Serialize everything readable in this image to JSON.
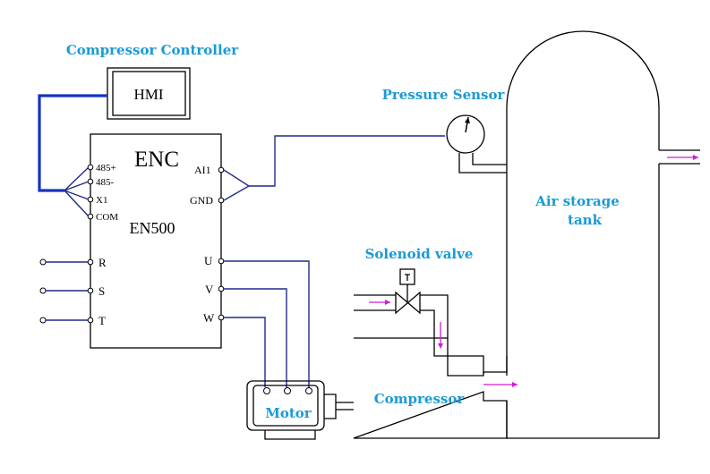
{
  "colors": {
    "label": "#1a9ad6",
    "wire": "#1f2a8a",
    "hmi_cable": "#1633c4",
    "flow_arrow": "#d21ad2"
  },
  "labels": {
    "compressor_controller": "Compressor Controller",
    "hmi": "HMI",
    "enc": "ENC",
    "model": "EN500",
    "pressure_sensor": "Pressure Sensor",
    "air_storage_line1": "Air storage",
    "air_storage_line2": "tank",
    "solenoid_valve": "Solenoid valve",
    "compressor": "Compressor",
    "motor": "Motor"
  },
  "terminals_left": {
    "t485p": "485+",
    "t485m": "485-",
    "x1": "X1",
    "com": "COM"
  },
  "terminals_right": {
    "ai1": "AI1",
    "gnd": "GND"
  },
  "power_inputs": {
    "r": "R",
    "s": "S",
    "t": "T"
  },
  "outputs": {
    "u": "U",
    "v": "V",
    "w": "W"
  }
}
